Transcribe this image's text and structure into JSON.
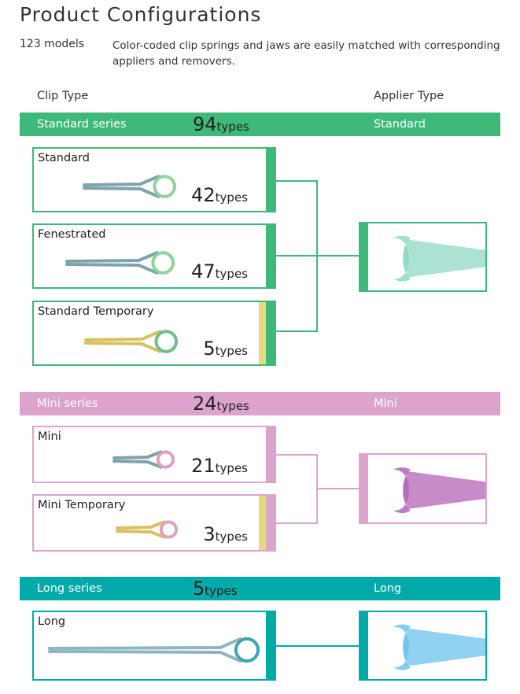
{
  "title": "Product Configurations",
  "models": "123 models",
  "description": "Color-coded clip springs and jaws are easily matched with corresponding appliers and removers.",
  "headers": {
    "clip_type": "Clip Type",
    "applier_type": "Applier Type"
  },
  "colors": {
    "standard": "#3fb97a",
    "mini": "#dca4cd",
    "long": "#00aaa8",
    "temporary": "#ead97a"
  },
  "series": [
    {
      "name": "Standard series",
      "count": "94",
      "unit": "types",
      "applier": "Standard",
      "clips": [
        {
          "label": "Standard",
          "count": "42",
          "unit": "types"
        },
        {
          "label": "Fenestrated",
          "count": "47",
          "unit": "types"
        },
        {
          "label": "Standard Temporary",
          "count": "5",
          "unit": "types"
        }
      ]
    },
    {
      "name": "Mini series",
      "count": "24",
      "unit": "types",
      "applier": "Mini",
      "clips": [
        {
          "label": "Mini",
          "count": "21",
          "unit": "types"
        },
        {
          "label": "Mini Temporary",
          "count": "3",
          "unit": "types"
        }
      ]
    },
    {
      "name": "Long series",
      "count": "5",
      "unit": "types",
      "applier": "Long",
      "clips": [
        {
          "label": "Long",
          "count": "",
          "unit": ""
        }
      ]
    }
  ]
}
